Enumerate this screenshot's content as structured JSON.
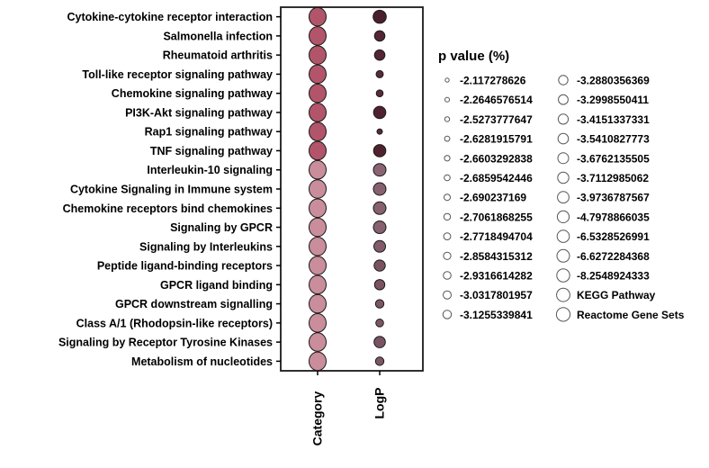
{
  "chart_data": {
    "type": "scatter",
    "subtype": "dot-matrix-enrichment",
    "columns": [
      "Category",
      "LogP"
    ],
    "rows": [
      {
        "label": "Cytokine-cytokine receptor interaction",
        "category_color": "#b2556a",
        "logp_color": "#4a202e",
        "logp_radius": 7.3
      },
      {
        "label": "Salmonella infection",
        "category_color": "#b2556a",
        "logp_color": "#542634",
        "logp_radius": 5.8
      },
      {
        "label": "Rheumatoid arthritis",
        "category_color": "#b2556a",
        "logp_color": "#542634",
        "logp_radius": 5.8
      },
      {
        "label": "Toll-like receptor signaling pathway",
        "category_color": "#b2556a",
        "logp_color": "#5a2a38",
        "logp_radius": 4.0
      },
      {
        "label": "Chemokine signaling pathway",
        "category_color": "#b2556a",
        "logp_color": "#5a2a38",
        "logp_radius": 3.8
      },
      {
        "label": "PI3K-Akt signaling pathway",
        "category_color": "#b2556a",
        "logp_color": "#50222f",
        "logp_radius": 6.8
      },
      {
        "label": "Rap1 signaling pathway",
        "category_color": "#b2556a",
        "logp_color": "#5a2a38",
        "logp_radius": 3.0
      },
      {
        "label": "TNF signaling pathway",
        "category_color": "#b2556a",
        "logp_color": "#50222f",
        "logp_radius": 6.8
      },
      {
        "label": "Interleukin-10 signaling",
        "category_color": "#ca8d9b",
        "logp_color": "#8a6473",
        "logp_radius": 7.0
      },
      {
        "label": "Cytokine Signaling in Immune system",
        "category_color": "#ca8d9b",
        "logp_color": "#876170",
        "logp_radius": 7.0
      },
      {
        "label": "Chemokine receptors bind chemokines",
        "category_color": "#ca8d9b",
        "logp_color": "#876170",
        "logp_radius": 7.0
      },
      {
        "label": "Signaling by GPCR",
        "category_color": "#ca8d9b",
        "logp_color": "#876170",
        "logp_radius": 7.0
      },
      {
        "label": "Signaling by Interleukins",
        "category_color": "#ca8d9b",
        "logp_color": "#825b6a",
        "logp_radius": 6.5
      },
      {
        "label": "Peptide ligand-binding receptors",
        "category_color": "#ca8d9b",
        "logp_color": "#7a5362",
        "logp_radius": 6.2
      },
      {
        "label": "GPCR ligand binding",
        "category_color": "#ca8d9b",
        "logp_color": "#7a5362",
        "logp_radius": 5.7
      },
      {
        "label": "GPCR downstream signalling",
        "category_color": "#ca8d9b",
        "logp_color": "#7d5665",
        "logp_radius": 4.7
      },
      {
        "label": "Class A/1 (Rhodopsin-like receptors)",
        "category_color": "#ca8d9b",
        "logp_color": "#7d5665",
        "logp_radius": 4.3
      },
      {
        "label": "Signaling by Receptor Tyrosine Kinases",
        "category_color": "#ca8d9b",
        "logp_color": "#7a5362",
        "logp_radius": 6.3
      },
      {
        "label": "Metabolism of nucleotides",
        "category_color": "#ca8d9b",
        "logp_color": "#7d5665",
        "logp_radius": 4.7
      }
    ],
    "category_dot": {
      "rx": 9.5,
      "ry": 10.3
    },
    "legend": {
      "title": "p value (%)",
      "position": "right",
      "col1": [
        {
          "value": "-2.117278626",
          "radius": 2.2
        },
        {
          "value": "-2.2646576514",
          "radius": 2.5
        },
        {
          "value": "-2.5273777647",
          "radius": 2.7
        },
        {
          "value": "-2.6281915791",
          "radius": 2.9
        },
        {
          "value": "-2.6603292838",
          "radius": 3.1
        },
        {
          "value": "-2.6859542446",
          "radius": 3.3
        },
        {
          "value": "-2.690237169",
          "radius": 3.5
        },
        {
          "value": "-2.7061868255",
          "radius": 3.7
        },
        {
          "value": "-2.7718494704",
          "radius": 3.9
        },
        {
          "value": "-2.8584315312",
          "radius": 4.1
        },
        {
          "value": "-2.9316614282",
          "radius": 4.3
        },
        {
          "value": "-3.0317801957",
          "radius": 4.5
        },
        {
          "value": "-3.1255339841",
          "radius": 4.7
        }
      ],
      "col2": [
        {
          "value": "-3.2880356369",
          "radius": 5.2
        },
        {
          "value": "-3.2998550411",
          "radius": 5.4
        },
        {
          "value": "-3.4151337331",
          "radius": 5.6
        },
        {
          "value": "-3.5410827773",
          "radius": 5.8
        },
        {
          "value": "-3.6762135505",
          "radius": 6.0
        },
        {
          "value": "-3.7112985062",
          "radius": 6.2
        },
        {
          "value": "-3.9736787567",
          "radius": 6.4
        },
        {
          "value": "-4.7978866035",
          "radius": 6.6
        },
        {
          "value": "-6.5328526991",
          "radius": 6.8
        },
        {
          "value": "-6.6272284368",
          "radius": 7.0
        },
        {
          "value": "-8.2548924333",
          "radius": 7.2
        },
        {
          "value": "KEGG Pathway",
          "radius": 7.4
        },
        {
          "value": "Reactome Gene Sets",
          "radius": 7.6
        }
      ]
    }
  }
}
